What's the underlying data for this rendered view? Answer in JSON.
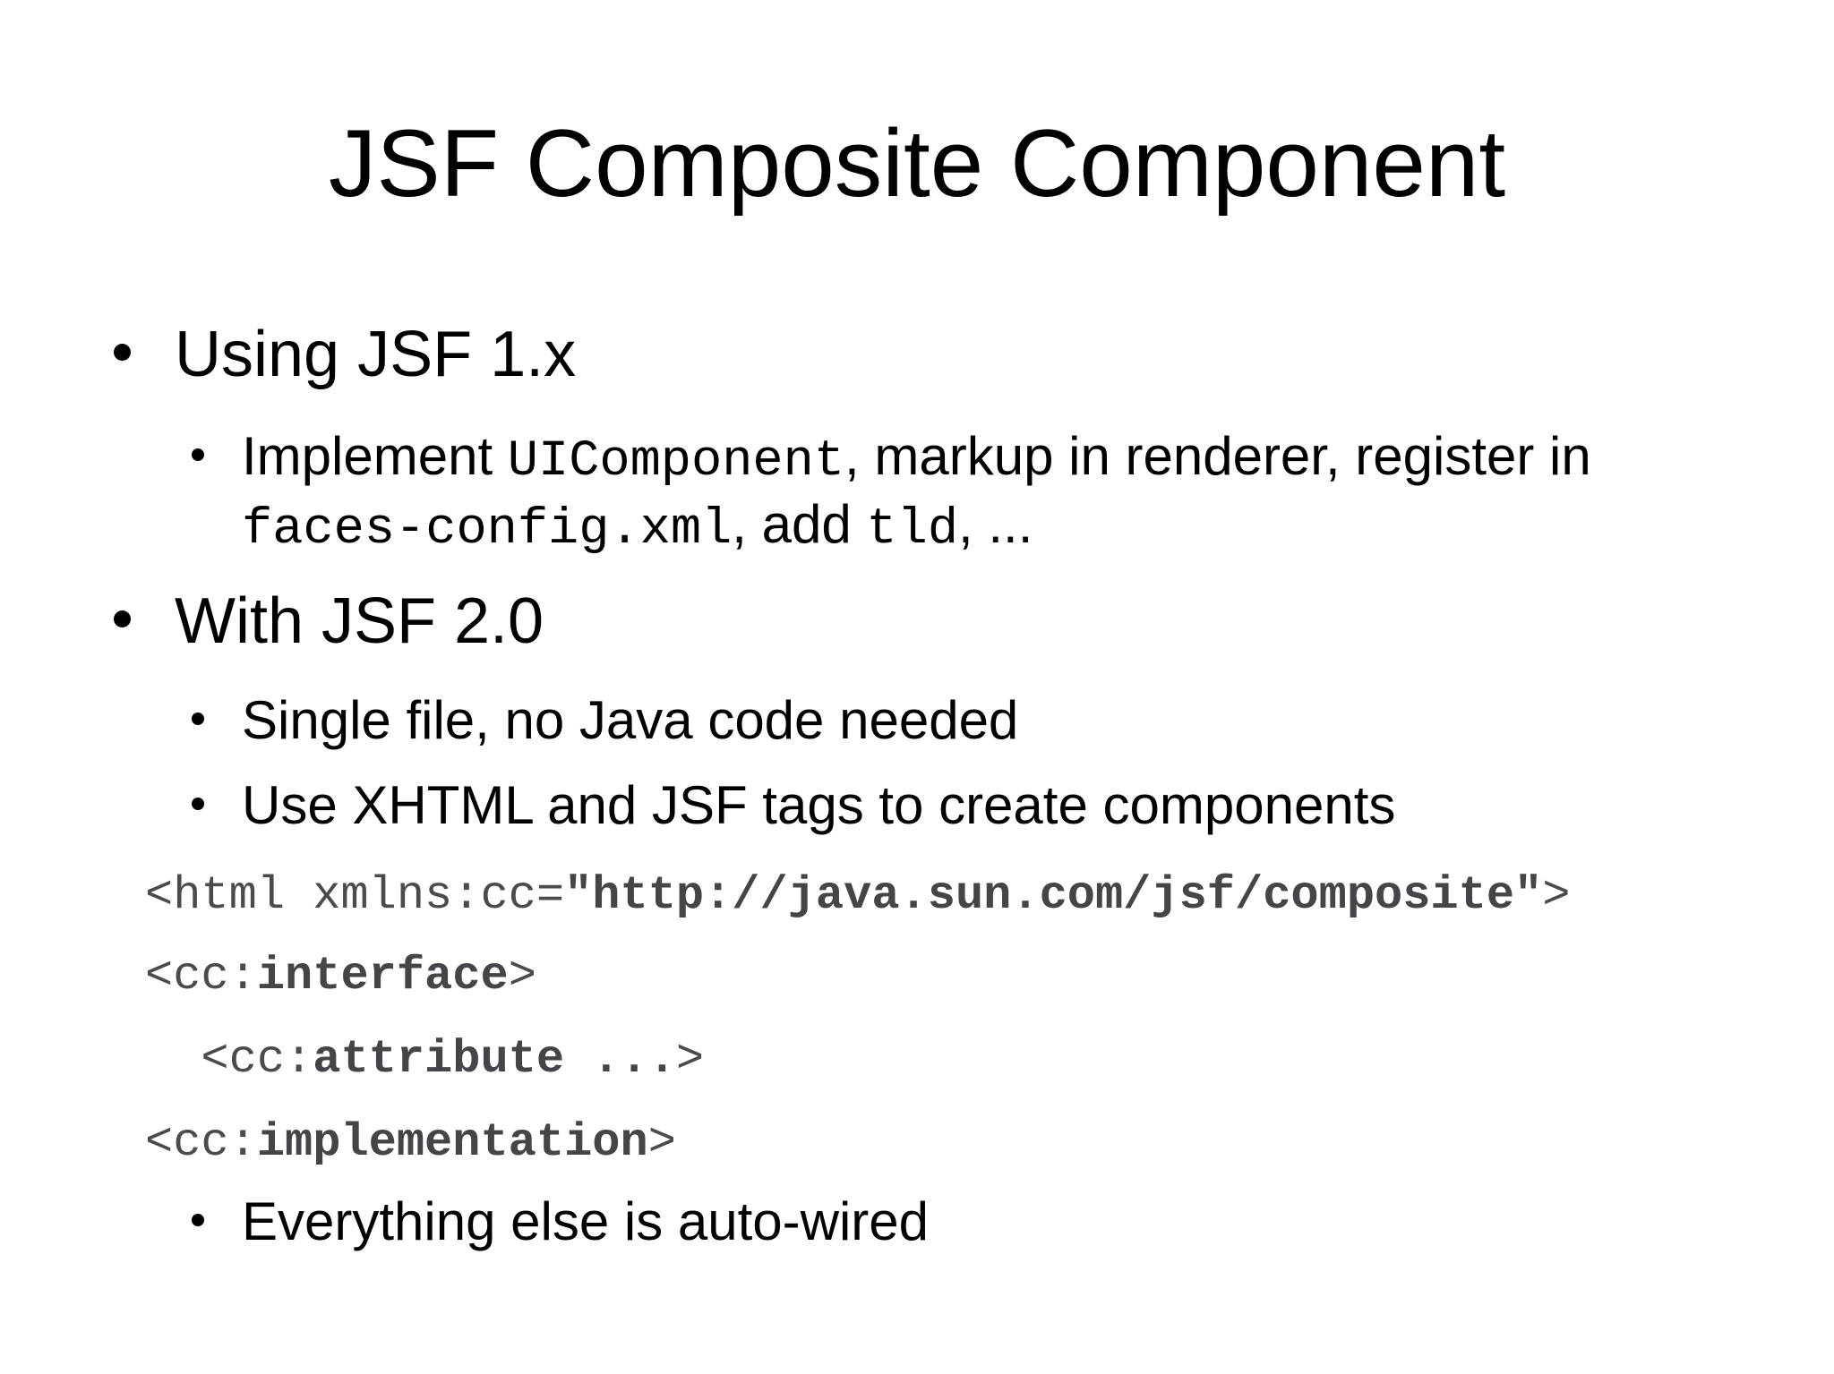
{
  "slide": {
    "title": "JSF Composite Component",
    "bullet_using": "Using JSF 1.x",
    "impl": {
      "s1": "Implement ",
      "m1": "UIComponent",
      "s2": ", markup in renderer, register in",
      "m2": "faces-config.xml",
      "s3": ", add ",
      "m3": "tld",
      "s4": ", ..."
    },
    "bullet_with": "With JSF 2.0",
    "bullet_single": "Single file, no Java code needed",
    "bullet_xhtml": "Use XHTML and JSF tags to create components",
    "code": {
      "l1": {
        "pre": "<html xmlns:cc=",
        "bold": "\"http://java.sun.com/jsf/composite\"",
        "post": ">"
      },
      "l2": {
        "pre": "<cc:",
        "bold": "interface",
        "post": ">"
      },
      "l3": {
        "pre": "  <cc:",
        "bold": "attribute ...",
        "post": ">"
      },
      "l4": {
        "pre": "<cc:",
        "bold": "implementation",
        "post": ">"
      }
    },
    "bullet_auto": "Everything else is auto-wired",
    "colors": {
      "text": "#000000",
      "code_gray": "#4b4b4e",
      "background": "#ffffff"
    }
  }
}
